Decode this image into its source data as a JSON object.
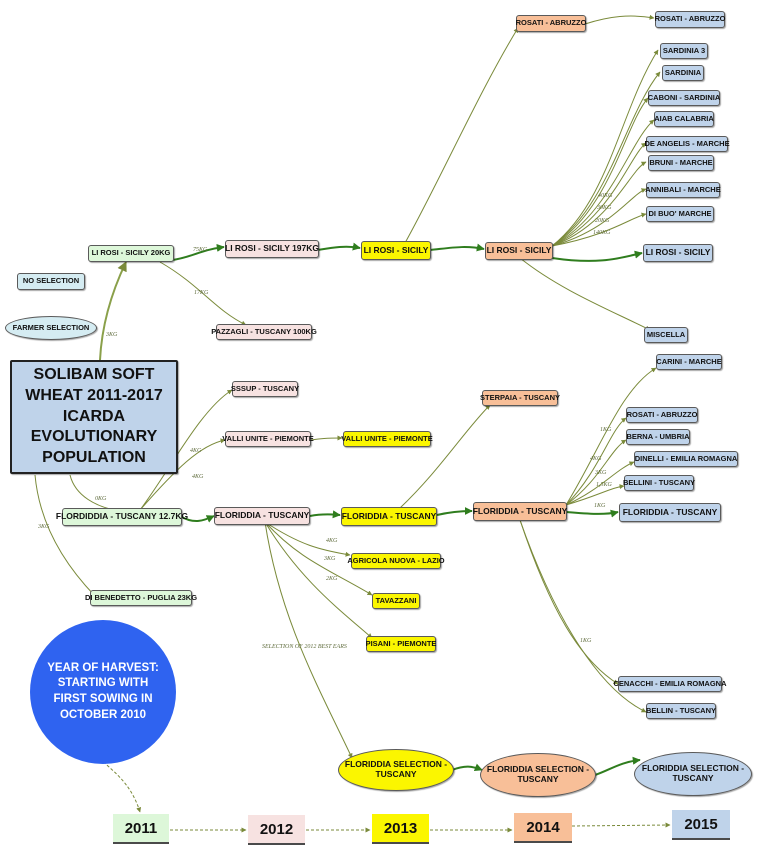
{
  "colors": {
    "edge": "#7a8a3a",
    "edge_strong": "#2f7d1e",
    "green": "#ddf7d9",
    "pink": "#f7e2e1",
    "yellow": "#fbf600",
    "orange": "#f8bf98",
    "blue": "#bfd3ea",
    "circle": "#2f63f0"
  },
  "title": "SOLIBAM SOFT WHEAT 2011-2017 ICARDA EVOLUTIONARY POPULATION",
  "legend": {
    "no_selection": "NO SELECTION",
    "farmer_selection": "FARMER SELECTION"
  },
  "harvest_note": "YEAR OF HARVEST: STARTING WITH FIRST SOWING IN OCTOBER 2010",
  "years": [
    "2011",
    "2012",
    "2013",
    "2014",
    "2015"
  ],
  "nodes": {
    "li_rosi_2011": "LI ROSI - SICILY 20KG",
    "li_rosi_2012": "LI ROSI - SICILY 197KG",
    "pazzagli": "PAZZAGLI - TUSCANY 100KG",
    "li_rosi_2013": "LI ROSI - SICILY",
    "li_rosi_2014": "LI ROSI - SICILY",
    "rosati_2014": "ROSATI - ABRUZZO",
    "rosati_2015": "ROSATI - ABRUZZO",
    "sardinia3": "SARDINIA 3",
    "sardinia": "SARDINIA",
    "caboni": "CABONI - SARDINIA",
    "aiab": "AIAB CALABRIA",
    "deangelis": "DE ANGELIS - MARCHE",
    "bruni": "BRUNI - MARCHE",
    "annibali": "ANNIBALI - MARCHE",
    "dibuo": "DI BUO' MARCHE",
    "li_rosi_2015": "LI ROSI - SICILY",
    "miscella": "MISCELLA",
    "florid_2011": "FLORDIDDIA - TUSCANY 12.7KG",
    "sssup": "SSSUP - TUSCANY",
    "valli_2012": "VALLI UNITE - PIEMONTE",
    "valli_2013": "VALLI UNITE - PIEMONTE",
    "florid_2012": "FLORIDDIA - TUSCANY",
    "florid_2013": "FLORIDDIA - TUSCANY",
    "sterpaia": "STERPAIA - TUSCANY",
    "florid_2014": "FLORIDDIA - TUSCANY",
    "carini": "CARINI - MARCHE",
    "rosati_b": "ROSATI - ABRUZZO",
    "berna": "BERNA - UMBRIA",
    "dinelli": "DINELLI - EMILIA ROMAGNA",
    "bellini": "BELLINI - TUSCANY",
    "florid_2015": "FLORIDDIA - TUSCANY",
    "cenacchi": "CENACCHI - EMILIA ROMAGNA",
    "bellin": "BELLIN - TUSCANY",
    "agricola": "AGRICOLA NUOVA - LAZIO",
    "tavazzani": "TAVAZZANI",
    "pisani": "PISANI - PIEMONTE",
    "dibenedetto": "DI BENEDETTO - PUGLIA 23KG",
    "fsel_2013": "FLORIDDIA SELECTION - TUSCANY",
    "fsel_2014": "FLORIDDIA SELECTION - TUSCANY",
    "fsel_2015": "FLORIDDIA SELECTION - TUSCANY"
  },
  "edge_labels": {
    "l_3kg_a": "3KG",
    "l_75kg": "75KG",
    "l_17kg": "17KG",
    "l_0kg": "0KG",
    "l_4kg_a": "4KG",
    "l_4kg_b": "4KG",
    "l_3kg_b": "3KG",
    "l_40kg": "40KG",
    "l_30kg": "30KG",
    "l_20kg": "20KG",
    "l_140kg": "140KG",
    "l_1kg_a": "1KG",
    "l_4kg_c": "4KG",
    "l_3kg_c": "3KG",
    "l_15kg": "1,5KG",
    "l_1kg_b": "1KG",
    "l_4kg_d": "4KG",
    "l_3kg_d": "3KG",
    "l_2kg": "2KG",
    "l_1kg_c": "1KG",
    "selection": "SELECTION OF 2012 BEST EARS"
  }
}
